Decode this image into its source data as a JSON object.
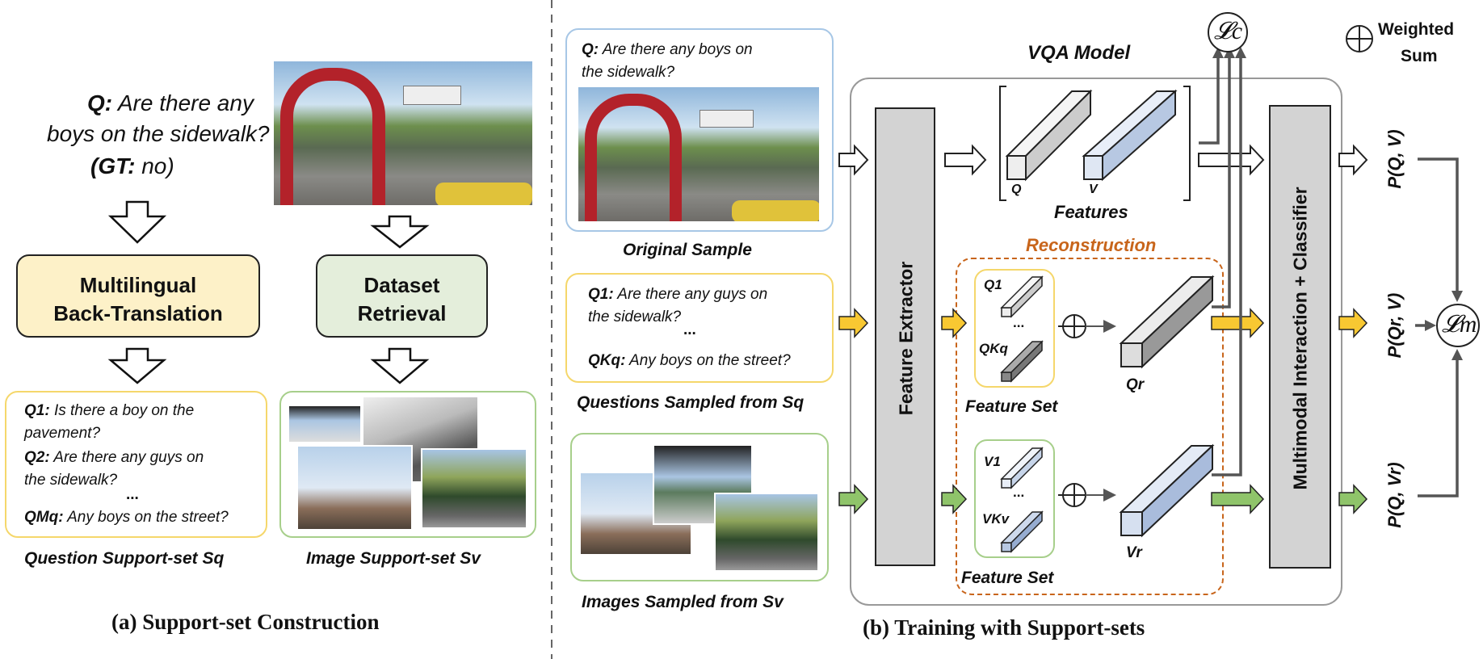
{
  "left": {
    "question_q": "Q:",
    "question_text1": "Are there any",
    "question_text2": "boys on the sidewalk?",
    "gt_label": "(GT:",
    "gt_value": "no)",
    "backtranslation": [
      "Multilingual",
      "Back-Translation"
    ],
    "retrieval": [
      "Dataset",
      "Retrieval"
    ],
    "qset": [
      {
        "label": "Q1:",
        "text": "Is there a boy on the"
      },
      {
        "label": "",
        "text": "pavement?"
      },
      {
        "label": "Q2:",
        "text": "Are there any guys on"
      },
      {
        "label": "",
        "text": "the sidewalk?"
      },
      {
        "label": "",
        "text": "..."
      },
      {
        "label": "QMq:",
        "text": "Any boys on the street?"
      }
    ],
    "qset_caption": "Question Support-set Sq",
    "iset_caption": "Image Support-set Sv",
    "panel_caption": "(a) Support-set Construction"
  },
  "right": {
    "orig_q_label": "Q:",
    "orig_q_text1": "Are there any boys on",
    "orig_q_text2": "the sidewalk?",
    "orig_caption": "Original Sample",
    "sampled_q": [
      {
        "label": "Q1:",
        "text": "Are there any guys on"
      },
      {
        "label": "",
        "text": "the sidewalk?"
      },
      {
        "label": "",
        "text": "..."
      },
      {
        "label": "QKq:",
        "text": "Any boys on the street?"
      }
    ],
    "sampled_q_caption": "Questions Sampled from Sq",
    "sampled_i_caption": "Images Sampled from Sv",
    "vqa_model": "VQA Model",
    "feature_extractor": "Feature Extractor",
    "features_label": "Features",
    "q_label": "Q",
    "v_label": "V",
    "reconstruction": "Reconstruction",
    "q1": "Q1",
    "qkq": "QKq",
    "v1": "V1",
    "vkv": "VKv",
    "dots": "...",
    "feature_set": "Feature Set",
    "qr": "Qr",
    "vr": "Vr",
    "classifier": "Multimodal Interaction + Classifier",
    "p1": "P(Q, V)",
    "p2": "P(Qr, V)",
    "p3": "P(Q, Vr)",
    "lc": "𝓛c",
    "lm": "𝓛m",
    "weighted_sum": [
      "Weighted",
      "Sum"
    ],
    "panel_caption": "(b) Training with Support-sets"
  },
  "colors": {
    "yellow_box": "#fdf1c8",
    "green_box": "#e4eedb",
    "yellow_border": "#f5d76b",
    "green_border": "#a7cf8b",
    "blue_border": "#a7c7e6",
    "orange_dashed": "#c8651b",
    "gray_block": "#d3d3d3"
  }
}
